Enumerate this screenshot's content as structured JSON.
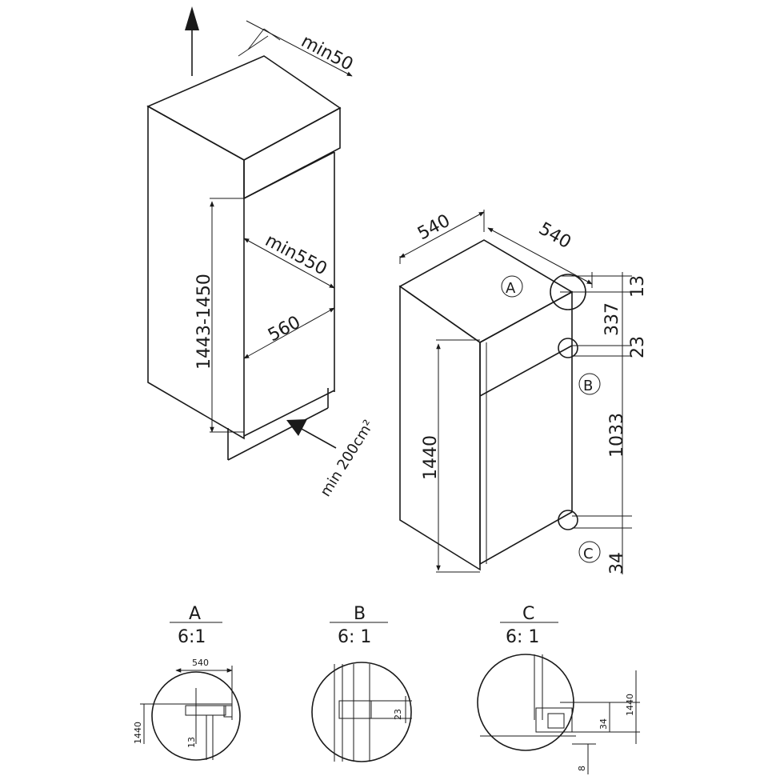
{
  "installation": {
    "top_clearance": "min50",
    "niche_height": "1443-1450",
    "niche_depth": "min550",
    "niche_width": "560",
    "ventilation": "min 200cm²"
  },
  "appliance": {
    "width": "540",
    "depth": "540",
    "height": "1440",
    "dims_right": [
      "13",
      "337",
      "23",
      "1033",
      "34"
    ],
    "markers": [
      "A",
      "B",
      "C"
    ]
  },
  "details": [
    {
      "letter": "A",
      "scale": "6:1",
      "labels": [
        "540",
        "1440",
        "13"
      ]
    },
    {
      "letter": "B",
      "scale": "6: 1",
      "labels": [
        "23"
      ]
    },
    {
      "letter": "C",
      "scale": "6: 1",
      "labels": [
        "1440",
        "34",
        "8"
      ]
    }
  ],
  "colors": {
    "line": "#1a1a1a",
    "background": "#ffffff"
  }
}
